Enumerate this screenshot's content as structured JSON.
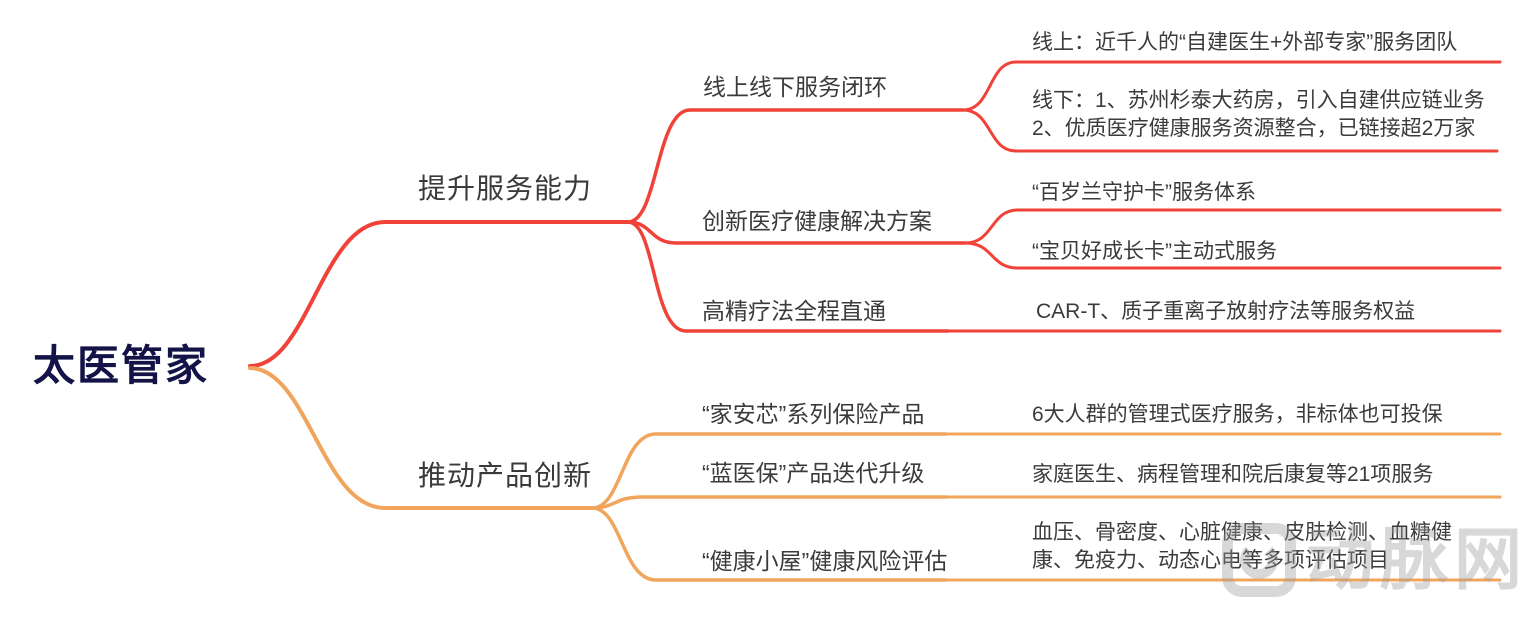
{
  "diagram_type": "mindmap",
  "root": {
    "label": "太医管家"
  },
  "branches": [
    {
      "label": "提升服务能力",
      "color": "#f04238",
      "children": [
        {
          "label": "线上线下服务闭环",
          "leaves": [
            {
              "lines": [
                "线上：近千人的“自建医生+外部专家”服务团队"
              ]
            },
            {
              "lines": [
                "线下：1、苏州杉泰大药房，引入自建供应链业务",
                "2、优质医疗健康服务资源整合，已链接超2万家"
              ]
            }
          ]
        },
        {
          "label": "创新医疗健康解决方案",
          "leaves": [
            {
              "lines": [
                "“百岁兰守护卡”服务体系"
              ]
            },
            {
              "lines": [
                "“宝贝好成长卡”主动式服务"
              ]
            }
          ]
        },
        {
          "label": "高精疗法全程直通",
          "leaves": [
            {
              "lines": [
                "CAR-T、质子重离子放射疗法等服务权益"
              ]
            }
          ]
        }
      ]
    },
    {
      "label": "推动产品创新",
      "color": "#f1a45b",
      "children": [
        {
          "label": "“家安芯”系列保险产品",
          "leaves": [
            {
              "lines": [
                "6大人群的管理式医疗服务，非标体也可投保"
              ]
            }
          ]
        },
        {
          "label": "“蓝医保”产品迭代升级",
          "leaves": [
            {
              "lines": [
                "家庭医生、病程管理和院后康复等21项服务"
              ]
            }
          ]
        },
        {
          "label": "“健康小屋”健康风险评估",
          "leaves": [
            {
              "lines": [
                "血压、骨密度、心脏健康、皮肤检测、血糖健",
                "康、免疫力、动态心电等多项评估项目"
              ]
            }
          ]
        }
      ]
    }
  ],
  "watermark": {
    "text": "动脉网"
  },
  "colors": {
    "branch_red": "#f04238",
    "branch_orange": "#f1a45b",
    "root_text": "#131347",
    "node_text": "#3b3b3b",
    "watermark_gray": "#9a9a9a"
  }
}
